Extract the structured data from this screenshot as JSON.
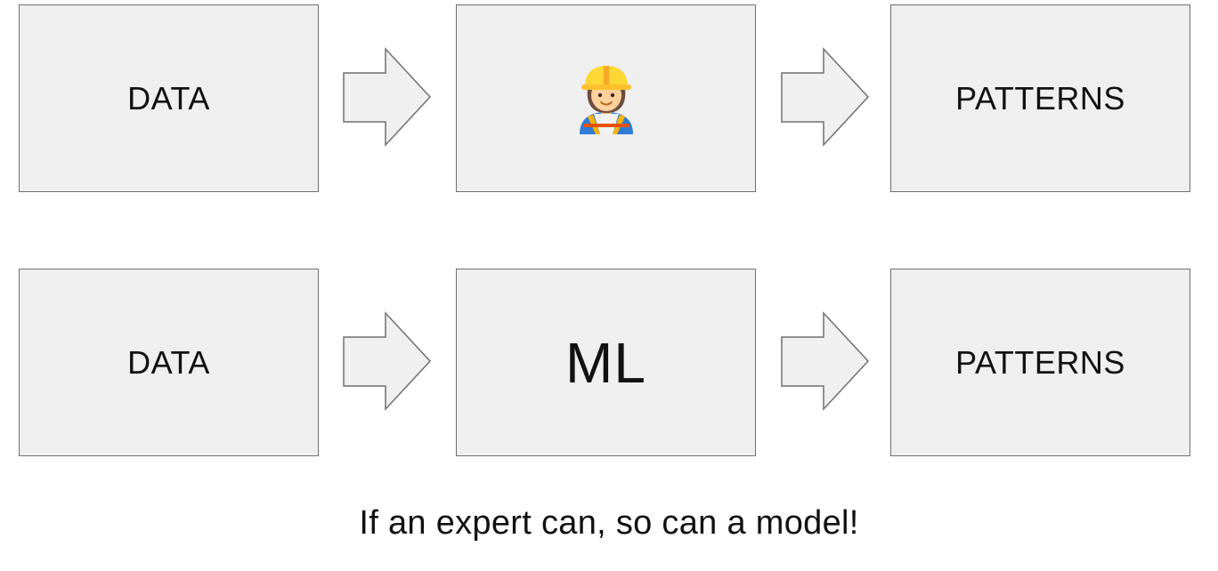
{
  "rows": [
    {
      "input_label": "DATA",
      "middle_label": "",
      "middle_icon": "construction-worker-icon",
      "output_label": "PATTERNS"
    },
    {
      "input_label": "DATA",
      "middle_label": "ML",
      "middle_icon": "",
      "output_label": "PATTERNS"
    }
  ],
  "caption": "If an expert can, so can a model!",
  "colors": {
    "box_fill": "#efefef",
    "box_border": "#6f6f6f",
    "arrow_fill": "#f0f0f0",
    "text": "#111111"
  }
}
